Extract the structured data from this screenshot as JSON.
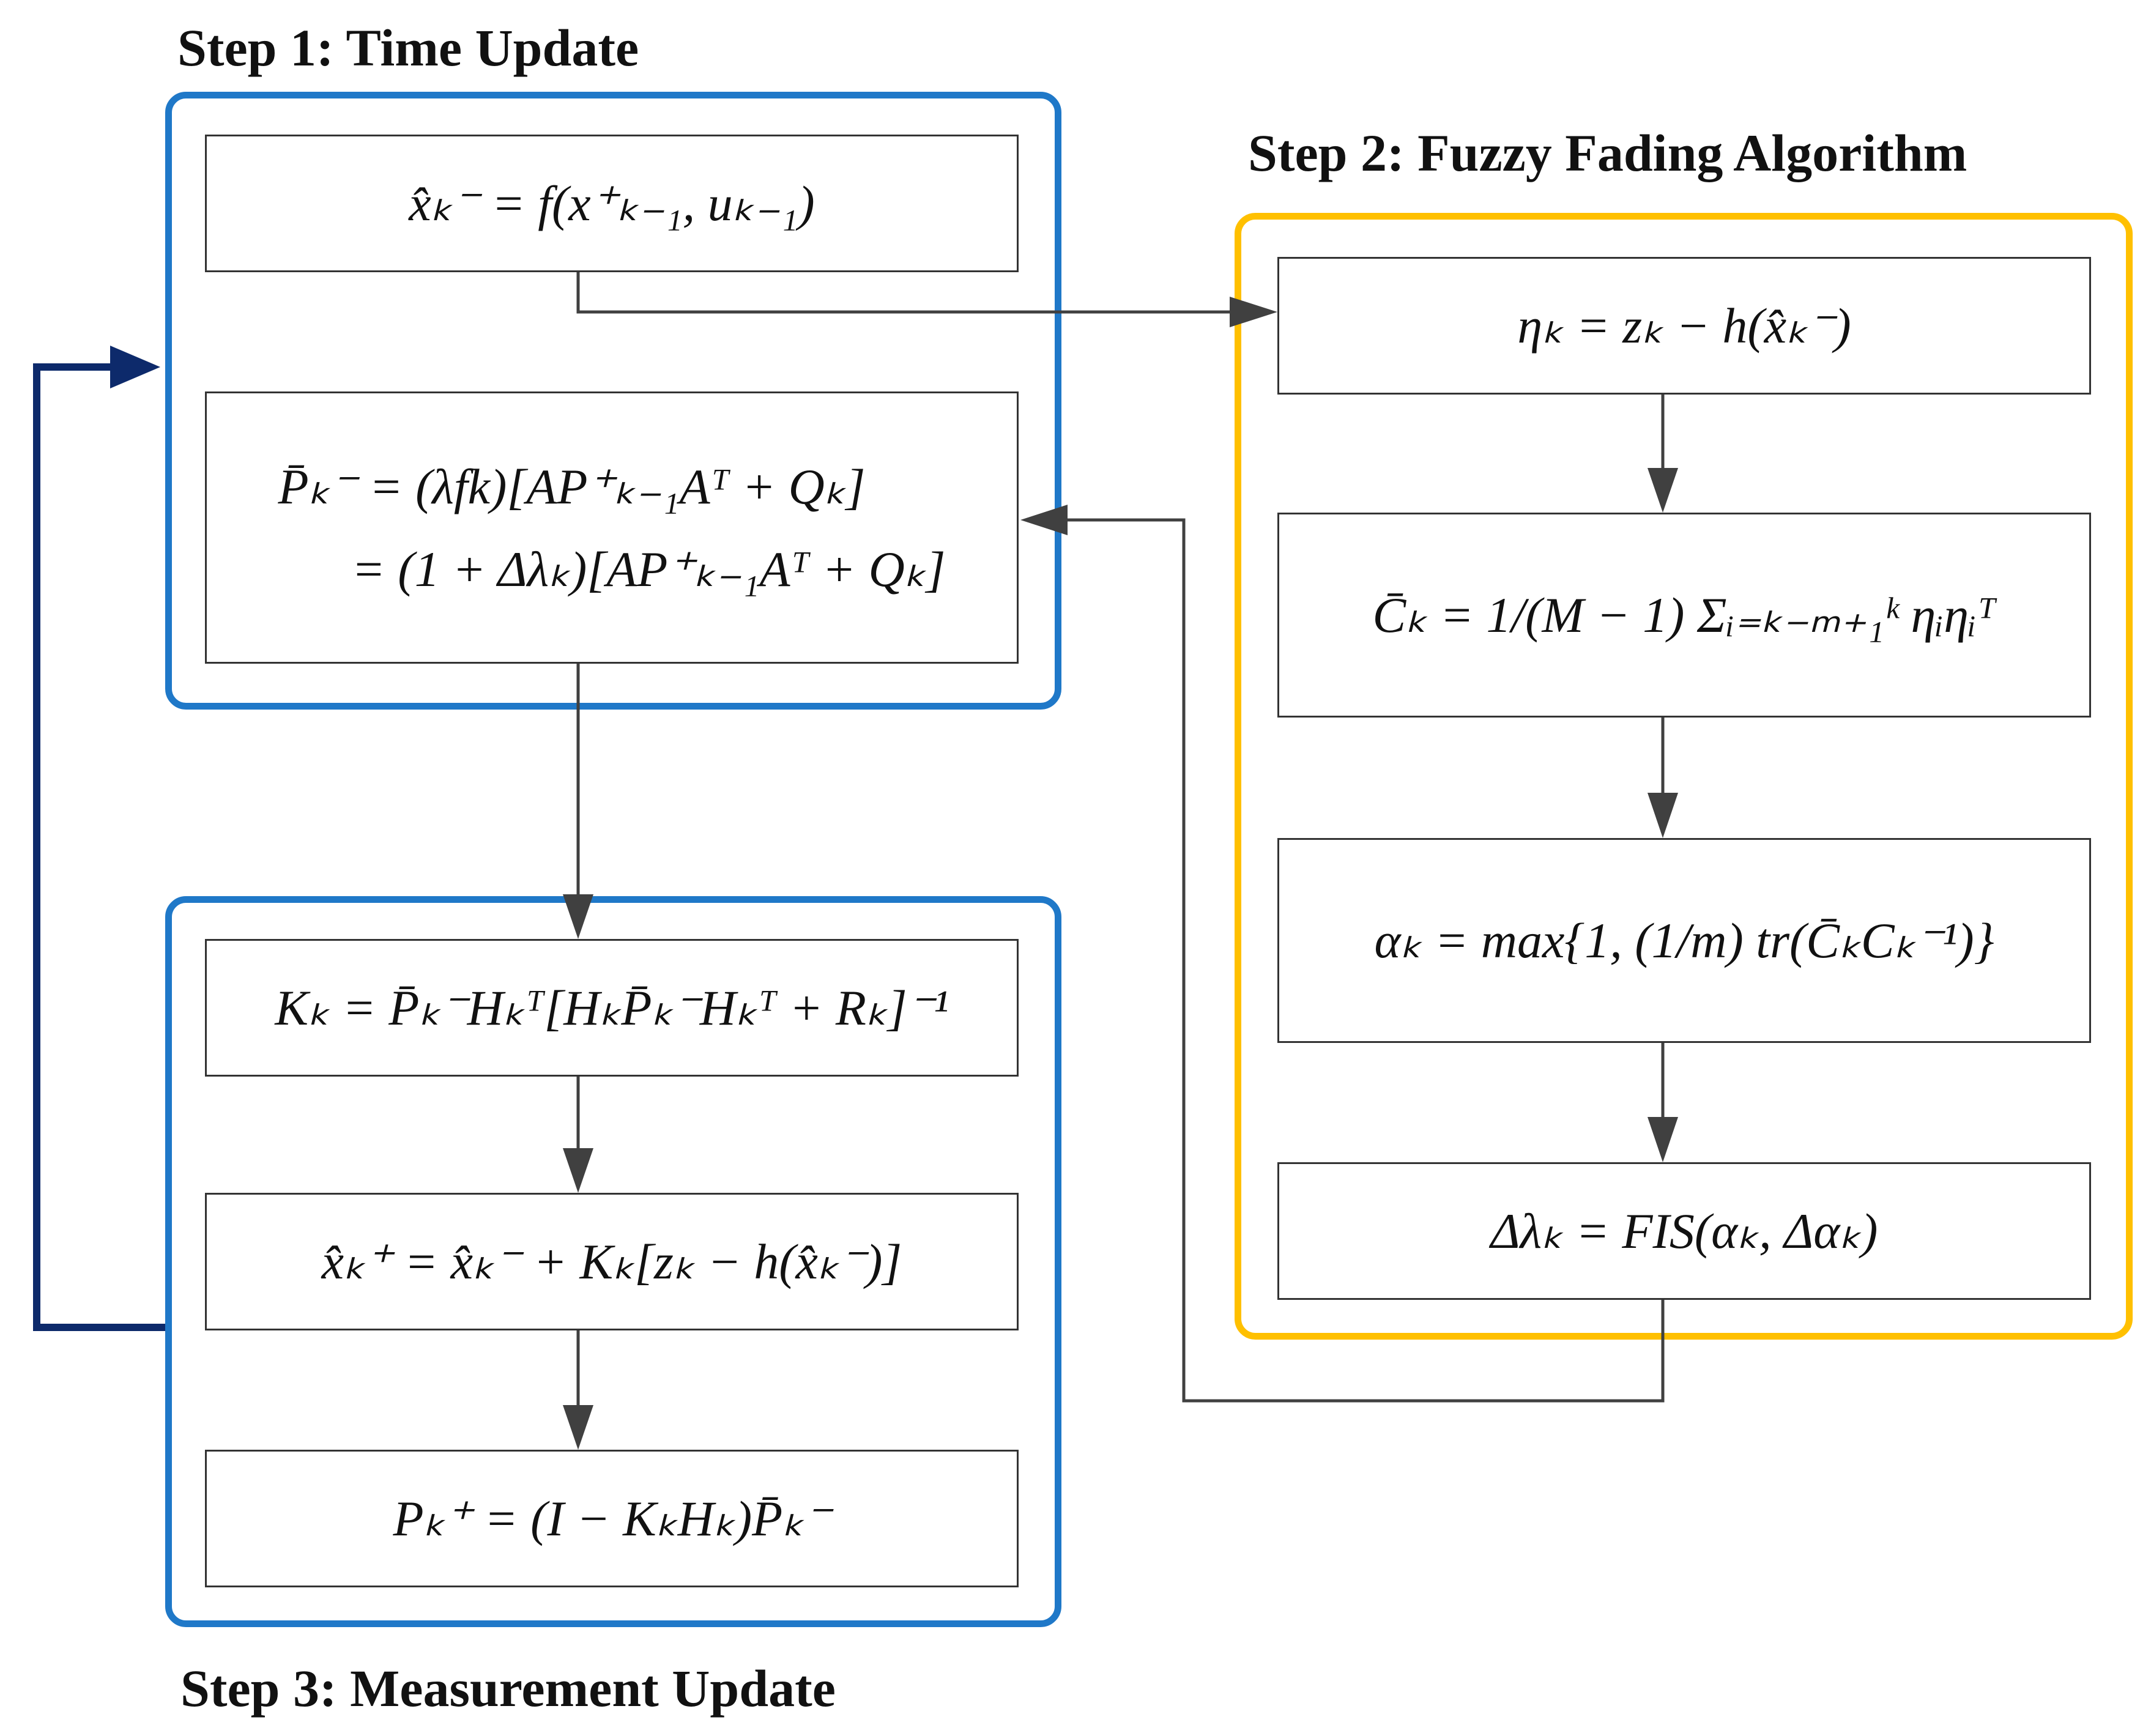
{
  "steps": {
    "step1": "Step 1: Time Update",
    "step2": "Step 2: Fuzzy Fading Algorithm",
    "step3": "Step 3: Measurement Update"
  },
  "equations": {
    "state_prediction": "x̂ₖ⁻ = f(x⁺ₖ₋₁, uₖ₋₁)",
    "covariance_prediction_line1": "P̄ₖ⁻ = (λfk)[AP⁺ₖ₋₁Aᵀ + Qₖ]",
    "covariance_prediction_line2": "= (1 + Δλₖ)[AP⁺ₖ₋₁Aᵀ + Qₖ]",
    "innovation": "ηₖ = zₖ − h(x̂ₖ⁻)",
    "innovation_covariance": "C̄ₖ = 1/(M − 1) Σᵢ₌ₖ₋ₘ₊₁ᵏ ηᵢηᵢᵀ",
    "alpha": "αₖ = max{1, (1/m) tr(C̄ₖCₖ⁻¹)}",
    "fis": "Δλₖ = FIS(αₖ, Δαₖ)",
    "kalman_gain": "Kₖ = P̄ₖ⁻Hₖᵀ[HₖP̄ₖ⁻Hₖᵀ + Rₖ]⁻¹",
    "state_update": "x̂ₖ⁺ = x̂ₖ⁻ + Kₖ[zₖ − h(x̂ₖ⁻)]",
    "covariance_update": "Pₖ⁺ = (I − KₖHₖ)P̄ₖ⁻"
  },
  "colors": {
    "time_update_border": "#1f78c8",
    "measurement_update_border": "#1f78c8",
    "fuzzy_fading_border": "#ffc000",
    "feedback_arrow": "#0d2a6b",
    "connector": "#404040"
  }
}
